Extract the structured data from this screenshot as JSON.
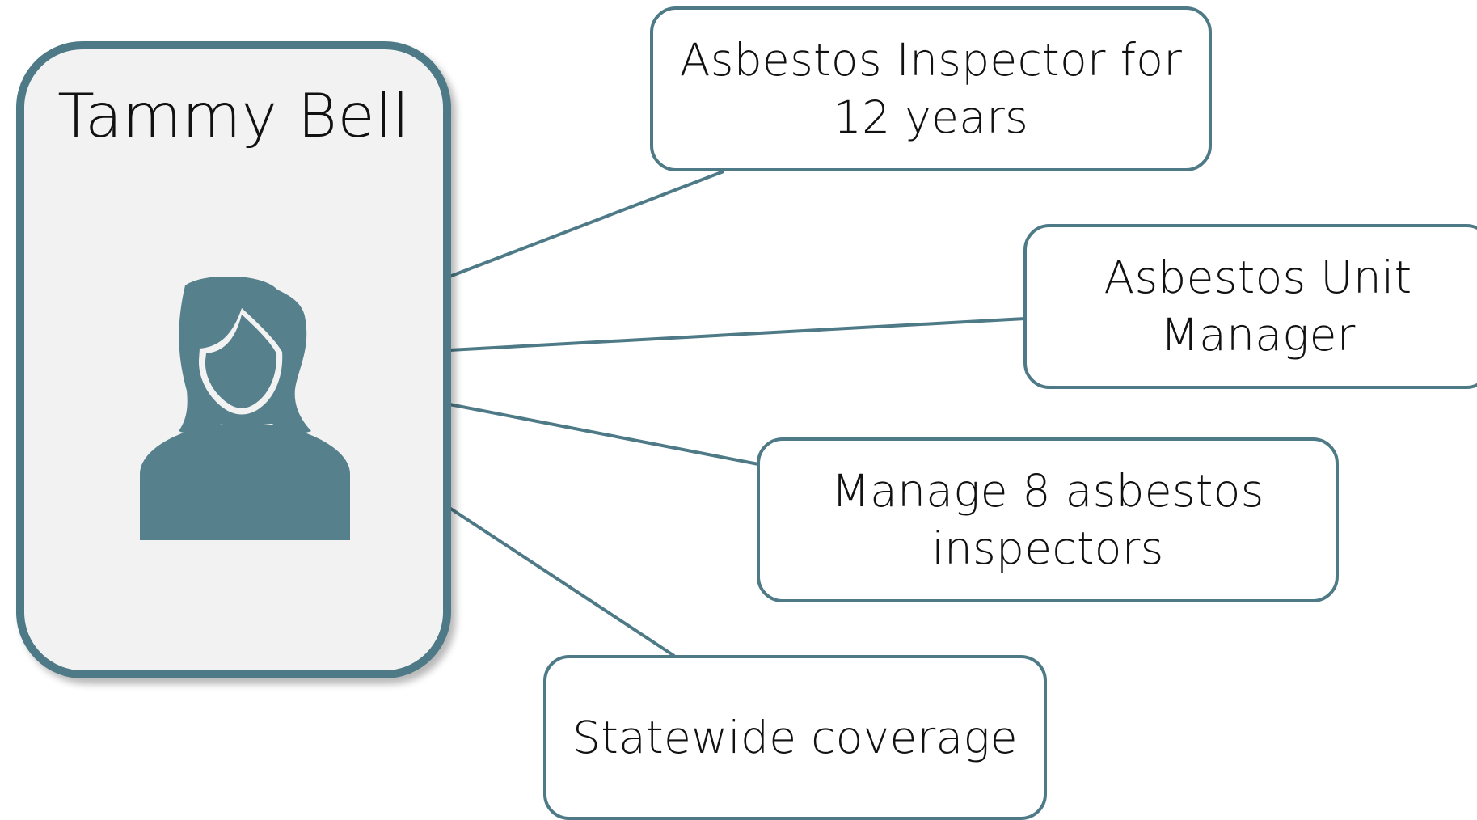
{
  "person": {
    "name": "Tammy Bell",
    "icon": "person-female-icon"
  },
  "facts": [
    {
      "id": "experience",
      "lines": [
        "Asbestos Inspector for",
        "12 years"
      ]
    },
    {
      "id": "role",
      "lines": [
        "Asbestos Unit",
        "Manager"
      ]
    },
    {
      "id": "team",
      "lines": [
        "Manage 8 asbestos",
        "inspectors"
      ]
    },
    {
      "id": "coverage",
      "lines": [
        "Statewide coverage"
      ]
    }
  ],
  "colors": {
    "accent": "#4d7a86",
    "icon": "#55808c",
    "card_background": "#f2f2f2",
    "text": "#111111"
  }
}
